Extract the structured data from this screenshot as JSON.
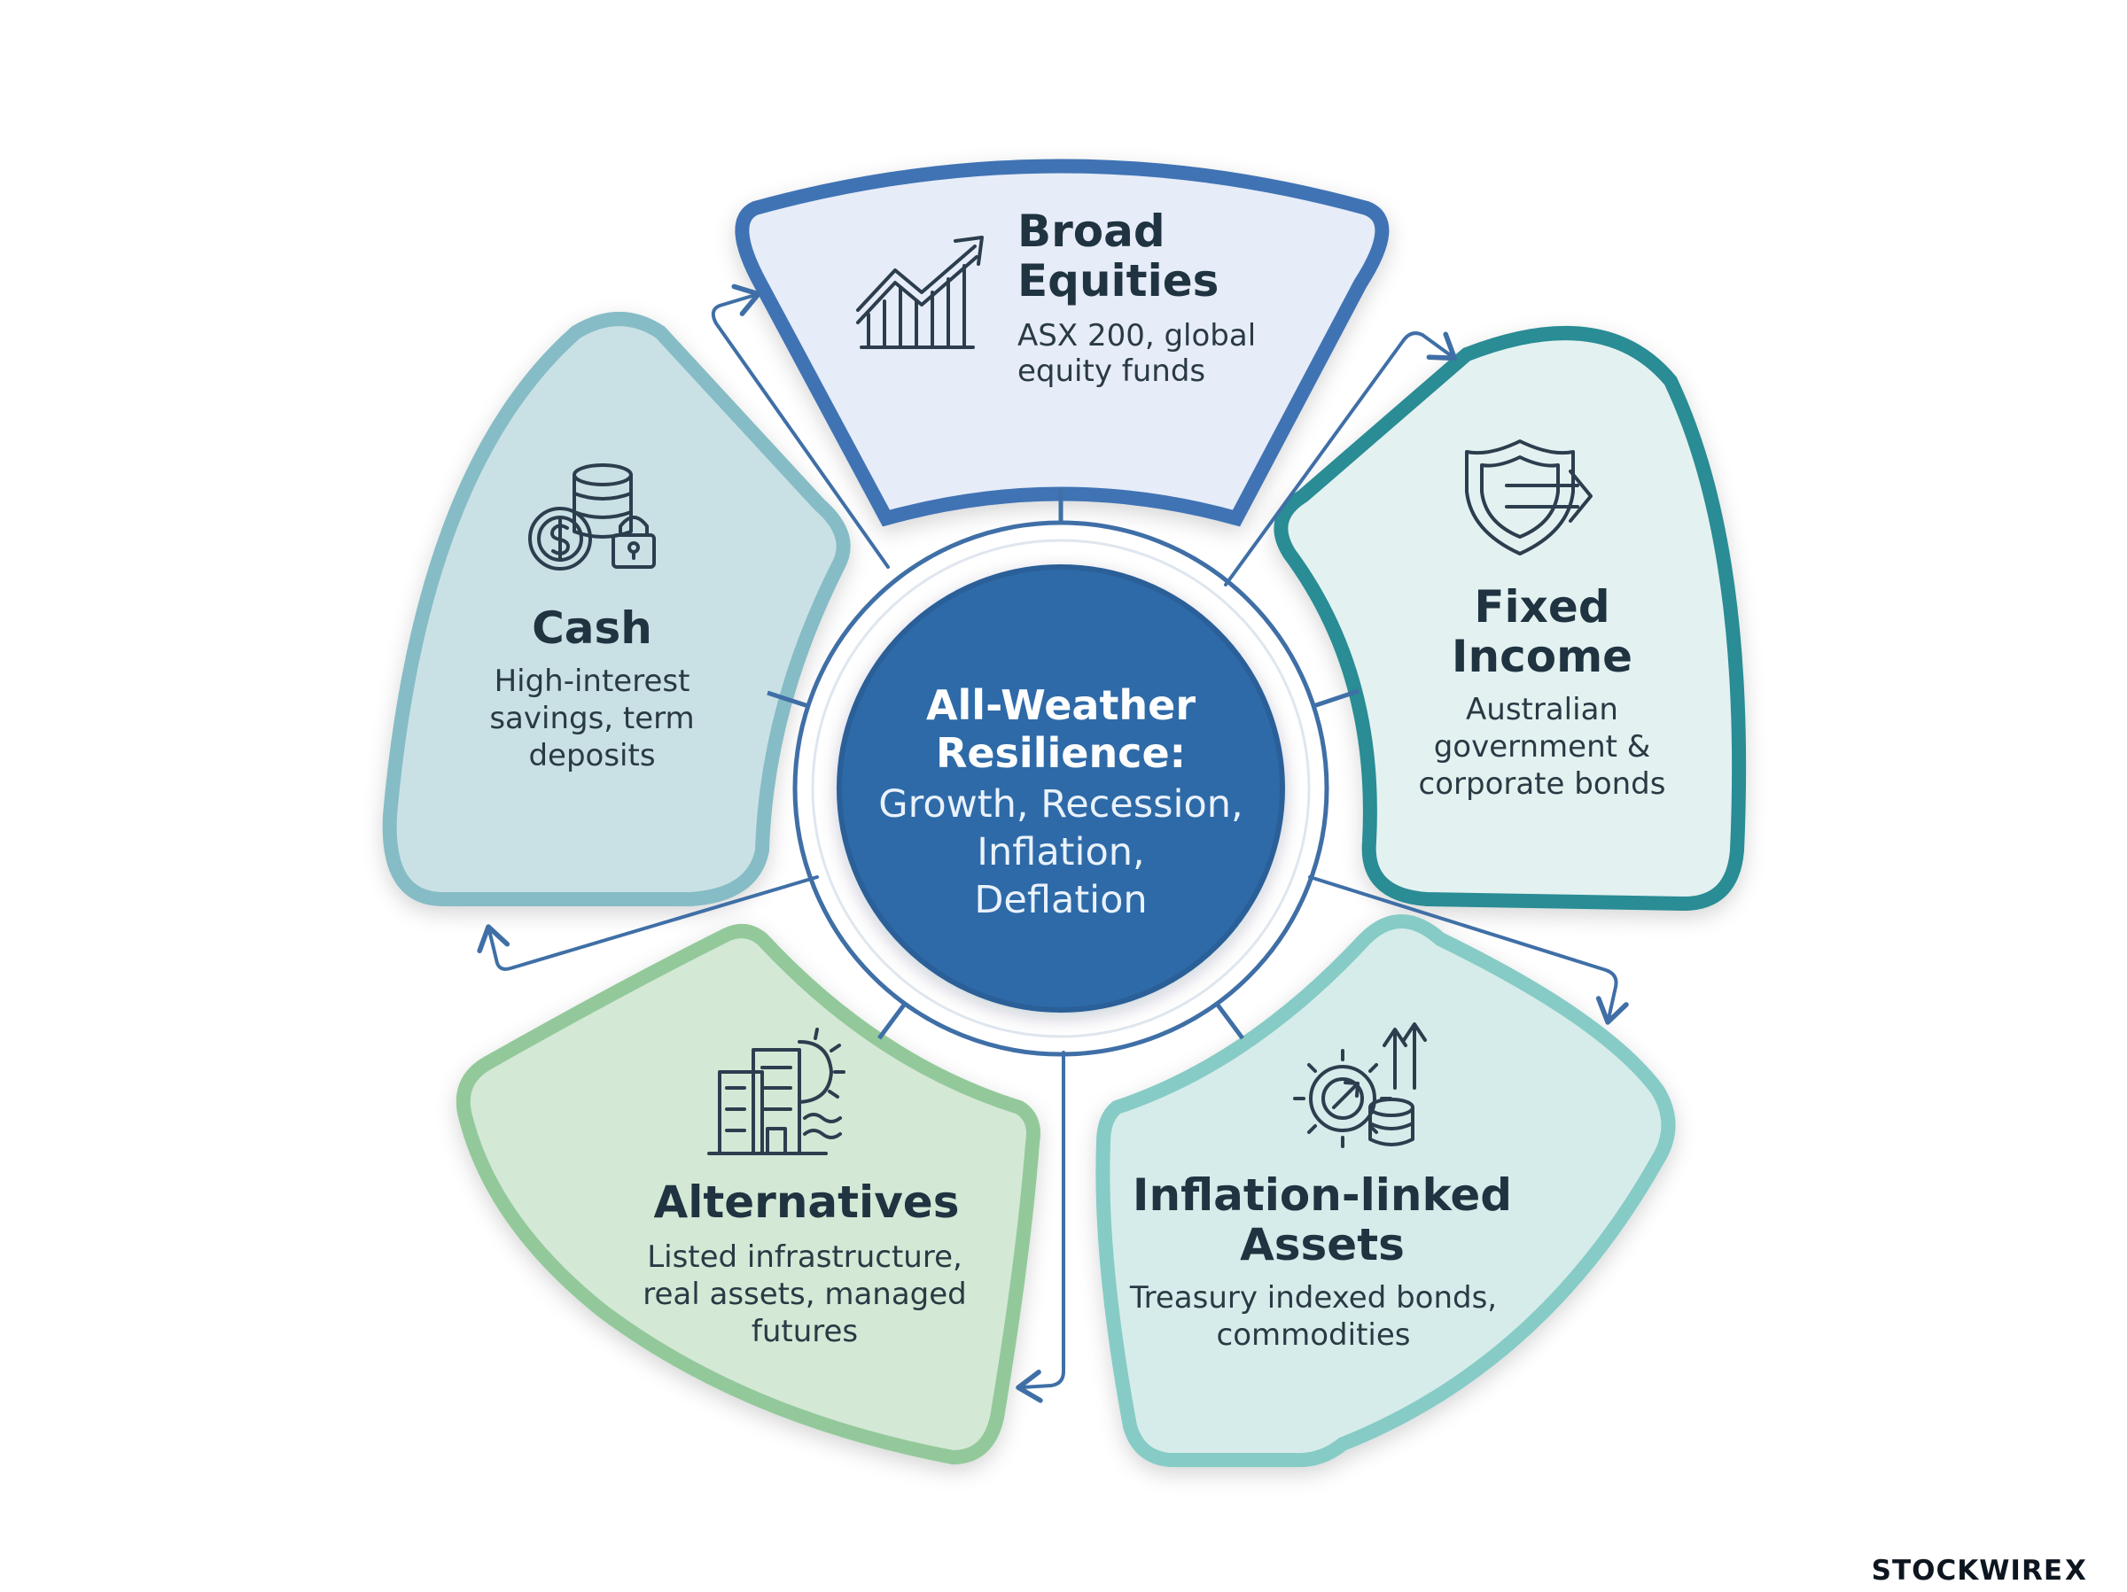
{
  "center": {
    "title_lines": [
      "All-Weather",
      "Resilience:"
    ],
    "desc_lines": [
      "Growth, Recession,",
      "Inflation,",
      "Deflation"
    ]
  },
  "segments": [
    {
      "id": "broad-equities",
      "icon": "rising-bar-chart-icon",
      "title_lines": [
        "Broad",
        "Equities"
      ],
      "desc_lines": [
        "ASX 200, global",
        "equity funds"
      ],
      "fill": "#e6ecf8",
      "stroke": "#3f73b4"
    },
    {
      "id": "fixed-income",
      "icon": "shield-arrow-icon",
      "title_lines": [
        "Fixed",
        "Income"
      ],
      "desc_lines": [
        "Australian",
        "government &",
        "corporate bonds"
      ],
      "fill": "#e3f1f1",
      "stroke": "#2b8c94"
    },
    {
      "id": "inflation-linked-assets",
      "icon": "gear-coins-arrow-icon",
      "title_lines": [
        "Inflation-linked",
        "Assets"
      ],
      "desc_lines": [
        "Treasury indexed bonds,",
        "commodities"
      ],
      "fill": "#d6ecea",
      "stroke": "#86cbc6"
    },
    {
      "id": "alternatives",
      "icon": "building-gear-icon",
      "title_lines": [
        "Alternatives"
      ],
      "desc_lines": [
        "Listed infrastructure,",
        "real assets, managed",
        "futures"
      ],
      "fill": "#d4e8d6",
      "stroke": "#93c99a"
    },
    {
      "id": "cash",
      "icon": "coins-lock-icon",
      "title_lines": [
        "Cash"
      ],
      "desc_lines": [
        "High-interest",
        "savings, term",
        "deposits"
      ],
      "fill": "#c9e1e5",
      "stroke": "#86bcc6"
    }
  ],
  "watermark": {
    "text": "STOCKWIRE",
    "mark": "X"
  },
  "colors": {
    "hub": "#2d6aa8",
    "hub_ring": "#3f6fa6",
    "connector": "#3f6fa6"
  }
}
